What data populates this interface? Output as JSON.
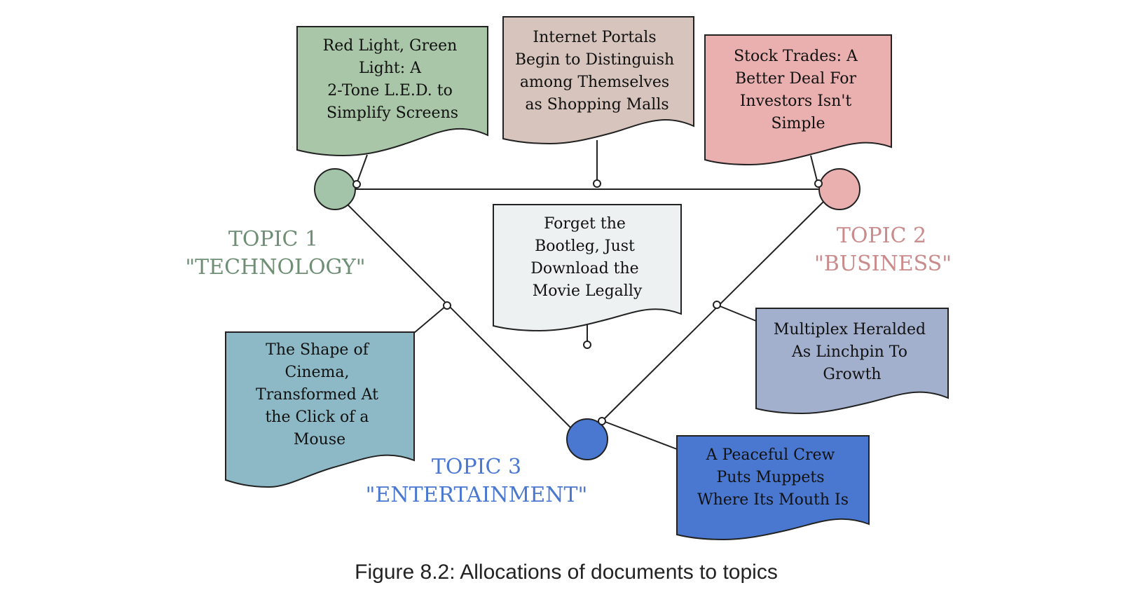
{
  "caption": "Figure 8.2: Allocations of documents to topics",
  "topics": [
    {
      "id": "technology",
      "line1": "TOPIC 1",
      "line2": "\"TECHNOLOGY\"",
      "color": "#6f8f75",
      "node_color": "#a3c4a8"
    },
    {
      "id": "business",
      "line1": "TOPIC 2",
      "line2": "\"BUSINESS\"",
      "color": "#c98b8b",
      "node_color": "#eab0b0"
    },
    {
      "id": "entertainment",
      "line1": "TOPIC 3",
      "line2": "\"ENTERTAINMENT\"",
      "color": "#4a78d0",
      "node_color": "#4a78d0"
    }
  ],
  "documents": [
    {
      "id": "red-light",
      "lines": [
        "Red Light, Green",
        "Light: A",
        "2-Tone L.E.D. to",
        "Simplify Screens"
      ],
      "color": "#a9c7a8"
    },
    {
      "id": "internet-portals",
      "lines": [
        "Internet Portals",
        "Begin to Distinguish",
        "among Themselves",
        "as Shopping Malls"
      ],
      "color": "#d6c4bd"
    },
    {
      "id": "stock-trades",
      "lines": [
        "Stock Trades: A",
        "Better Deal For",
        "Investors Isn't",
        "Simple"
      ],
      "color": "#eab0b0"
    },
    {
      "id": "bootleg",
      "lines": [
        "Forget the",
        "Bootleg, Just",
        "Download the",
        "Movie Legally"
      ],
      "color": "#eef1f1"
    },
    {
      "id": "shape-of-cinema",
      "lines": [
        "The Shape of",
        "Cinema,",
        "Transformed At",
        "the Click of a",
        "Mouse"
      ],
      "color": "#8db9c6"
    },
    {
      "id": "multiplex",
      "lines": [
        "Multiplex Heralded",
        "As Linchpin To",
        "Growth"
      ],
      "color": "#a3b0cd"
    },
    {
      "id": "muppets",
      "lines": [
        "A Peaceful Crew",
        "Puts Muppets",
        "Where Its Mouth Is"
      ],
      "color": "#4a78d0"
    }
  ]
}
